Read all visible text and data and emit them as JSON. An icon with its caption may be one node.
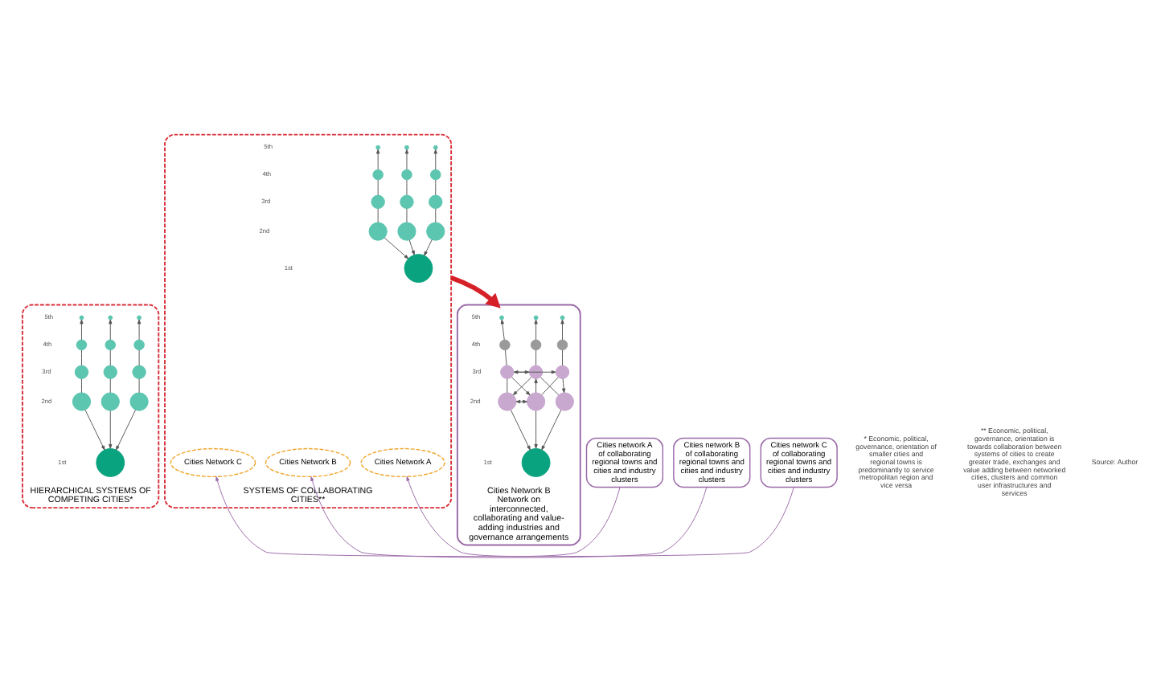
{
  "diagram": {
    "nodes": [
      {
        "text": [
          "HIERARCHICAL SYSTEMS OF COMPETING CITIES*"
        ]
      },
      {
        "text": [],
        "shape": "circle",
        "in": 0
      },
      {
        "text": [],
        "shape": "circle",
        "in": 0
      },
      {
        "text": [],
        "shape": "circle",
        "in": 0
      },
      {
        "text": [],
        "shape": "circle",
        "in": 0
      },
      {
        "text": [],
        "shape": "circle",
        "in": 0
      },
      {
        "text": [],
        "shape": "circle",
        "in": 0
      },
      {
        "text": [],
        "shape": "circle",
        "in": 0
      },
      {
        "text": [],
        "shape": "circle",
        "in": 0
      },
      {
        "text": [],
        "shape": "circle",
        "in": 0
      },
      {
        "text": [],
        "shape": "circle",
        "in": 0
      },
      {
        "text": [],
        "shape": "circle",
        "in": 0
      },
      {
        "text": [],
        "shape": "circle",
        "in": 0
      },
      {
        "text": [],
        "shape": "circle",
        "in": 0
      },
      {
        "text": [
          "SYSTEMS OF COLLABORATING CITIES**"
        ]
      },
      {
        "text": [
          "Cities Network A"
        ],
        "in": 14
      },
      {
        "text": [
          "Cities Network B"
        ],
        "in": 14
      },
      {
        "text": [
          "Cities Network C"
        ],
        "in": 14
      },
      {
        "text": [],
        "shape": "circle",
        "in": 14
      },
      {
        "text": [],
        "shape": "circle",
        "in": 14
      },
      {
        "text": [],
        "shape": "circle",
        "in": 14
      },
      {
        "text": [],
        "shape": "circle",
        "in": 14
      },
      {
        "text": [],
        "shape": "circle",
        "in": 14
      },
      {
        "text": [],
        "shape": "circle",
        "in": 14
      },
      {
        "text": [],
        "shape": "circle",
        "in": 14
      },
      {
        "text": [],
        "shape": "circle",
        "in": 14
      },
      {
        "text": [],
        "shape": "circle",
        "in": 14
      },
      {
        "text": [],
        "shape": "circle",
        "in": 14
      },
      {
        "text": [],
        "shape": "circle",
        "in": 14
      },
      {
        "text": [],
        "shape": "circle",
        "in": 14
      },
      {
        "text": [],
        "shape": "circle",
        "in": 14
      },
      {
        "text": [
          "Cities network A",
          "of collaborating regional towns and cities and industry clusters"
        ]
      },
      {
        "text": [
          "Cities network B",
          "of collaborating regional towns and cities and industry clusters"
        ]
      },
      {
        "text": [
          "Cities network C",
          "of collaborating regional towns and cities and industry clusters"
        ]
      },
      {
        "text": [
          "Cities Network B",
          "Network on interconnected, collaborating and value-adding industries and governance arrangements"
        ]
      },
      {
        "text": [],
        "shape": "circle",
        "in": 34
      },
      {
        "text": [],
        "shape": "circle",
        "in": 34
      },
      {
        "text": [],
        "shape": "circle",
        "in": 34
      },
      {
        "text": [],
        "shape": "circle",
        "in": 34
      },
      {
        "text": [],
        "shape": "circle",
        "in": 34
      },
      {
        "text": [],
        "shape": "circle",
        "in": 34
      },
      {
        "text": [],
        "shape": "circle",
        "in": 34
      },
      {
        "text": [],
        "shape": "circle",
        "in": 34
      },
      {
        "text": [],
        "shape": "circle",
        "in": 34
      },
      {
        "text": [],
        "shape": "circle",
        "in": 34
      },
      {
        "text": [],
        "shape": "circle",
        "in": 34
      },
      {
        "text": [],
        "shape": "circle",
        "in": 34
      },
      {
        "text": [],
        "shape": "circle",
        "in": 34
      }
    ],
    "edges": [
      {
        "from": 2,
        "to": 1,
        "arrow": "to"
      },
      {
        "from": 2,
        "to": 3,
        "arrow": "none"
      },
      {
        "from": 3,
        "to": 4,
        "arrow": "none"
      },
      {
        "from": 4,
        "to": 5,
        "arrow": "to"
      },
      {
        "from": 6,
        "to": 1,
        "arrow": "to"
      },
      {
        "from": 6,
        "to": 7,
        "arrow": "none"
      },
      {
        "from": 7,
        "to": 8,
        "arrow": "none"
      },
      {
        "from": 8,
        "to": 9,
        "arrow": "to"
      },
      {
        "from": 10,
        "to": 1,
        "arrow": "to"
      },
      {
        "from": 10,
        "to": 11,
        "arrow": "none"
      },
      {
        "from": 11,
        "to": 12,
        "arrow": "none"
      },
      {
        "from": 12,
        "to": 13,
        "arrow": "to"
      },
      {
        "from": 19,
        "to": 18,
        "arrow": "to"
      },
      {
        "from": 19,
        "to": 20,
        "arrow": "none"
      },
      {
        "from": 20,
        "to": 21,
        "arrow": "none"
      },
      {
        "from": 21,
        "to": 22,
        "arrow": "to"
      },
      {
        "from": 23,
        "to": 18,
        "arrow": "to"
      },
      {
        "from": 23,
        "to": 24,
        "arrow": "none"
      },
      {
        "from": 24,
        "to": 25,
        "arrow": "none"
      },
      {
        "from": 25,
        "to": 26,
        "arrow": "to"
      },
      {
        "from": 27,
        "to": 18,
        "arrow": "to"
      },
      {
        "from": 27,
        "to": 28,
        "arrow": "none"
      },
      {
        "from": 28,
        "to": 29,
        "arrow": "none"
      },
      {
        "from": 29,
        "to": 30,
        "arrow": "to"
      },
      {
        "from": 31,
        "to": 15,
        "arrow": "to",
        "color": "#9b6aa8"
      },
      {
        "from": 32,
        "to": 16,
        "arrow": "to",
        "color": "#9b6aa8"
      },
      {
        "from": 33,
        "to": 17,
        "arrow": "to",
        "color": "#9b6aa8"
      },
      {
        "from": 14,
        "to": 34,
        "arrow": "to",
        "style": "thick",
        "color": "#d62027"
      },
      {
        "from": 36,
        "to": 35,
        "arrow": "to"
      },
      {
        "from": 36,
        "to": 37,
        "arrow": "none"
      },
      {
        "from": 37,
        "to": 38,
        "arrow": "none"
      },
      {
        "from": 38,
        "to": 39,
        "arrow": "to"
      },
      {
        "from": 40,
        "to": 35,
        "arrow": "to"
      },
      {
        "from": 40,
        "to": 41,
        "arrow": "none"
      },
      {
        "from": 41,
        "to": 42,
        "arrow": "none"
      },
      {
        "from": 42,
        "to": 43,
        "arrow": "to"
      },
      {
        "from": 44,
        "to": 35,
        "arrow": "to"
      },
      {
        "from": 44,
        "to": 45,
        "arrow": "none"
      },
      {
        "from": 45,
        "to": 46,
        "arrow": "none"
      },
      {
        "from": 46,
        "to": 47,
        "arrow": "to"
      },
      {
        "from": 37,
        "to": 41,
        "arrow": "both"
      },
      {
        "from": 36,
        "to": 40,
        "arrow": "both"
      },
      {
        "from": 37,
        "to": 44,
        "arrow": "to"
      },
      {
        "from": 36,
        "to": 45,
        "arrow": "to"
      },
      {
        "from": 41,
        "to": 36,
        "arrow": "to"
      },
      {
        "from": 41,
        "to": 45,
        "arrow": "to"
      },
      {
        "from": 45,
        "to": 40,
        "arrow": "to"
      }
    ],
    "labels": [
      "5th",
      "4th",
      "3rd",
      "2nd",
      "1st",
      "5th",
      "4th",
      "3rd",
      "2nd",
      "1st",
      "* Economic, political, governance, orientation of smaller cities and regional towns is predominantly to service metropolitan region and vice versa",
      "** Economic, political, governance, orientation is towards collaboration between systems of cities to create greater trade, exchanges and value adding between networked cities, clusters and common user infrastructures and services",
      "5th",
      "4th",
      "3rd",
      "2nd",
      "1st",
      "Source: Author"
    ]
  }
}
